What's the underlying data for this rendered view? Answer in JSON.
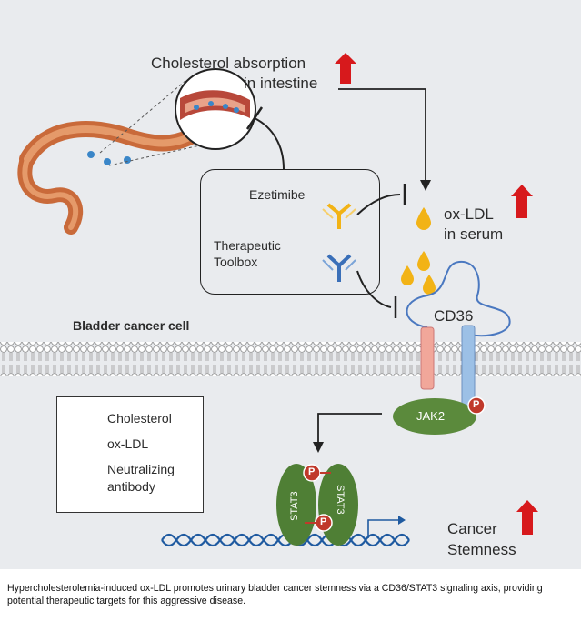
{
  "labels": {
    "absorption": "Cholesterol absorption",
    "absorption_2": "in intestine",
    "ezetimibe": "Ezetimibe",
    "toolbox_1": "Therapeutic",
    "toolbox_2": "Toolbox",
    "oxldl_1": "ox-LDL",
    "oxldl_2": "in serum",
    "cd36": "CD36",
    "bladder": "Bladder cancer cell",
    "jak2": "JAK2",
    "stat3": "STAT3",
    "p": "P",
    "stemness_1": "Cancer",
    "stemness_2": "Stemness"
  },
  "legend": {
    "items": [
      {
        "label": "Cholesterol",
        "icon": "cholesterol-drop-icon"
      },
      {
        "label": "ox-LDL",
        "icon": "ox-ldl-drop-icon"
      },
      {
        "label": "Neutralizing",
        "label2": "antibody",
        "icon": "antibody-icon"
      }
    ]
  },
  "caption": "Hypercholesterolemia-induced ox-LDL promotes urinary bladder cancer stemness via a CD36/STAT3 signaling axis, providing potential therapeutic targets for this aggressive disease.",
  "colors": {
    "up_arrow": "#d7191c",
    "ox_ldl": "#f2b316",
    "cholesterol": "#3a86c8",
    "jak2": "#5b8a3c",
    "stat3": "#4f7f35",
    "phospho": "#c0392b",
    "dna": "#1f5aa0",
    "cd36_pink": "#f1a79a",
    "cd36_blue": "#9cc0e6"
  }
}
